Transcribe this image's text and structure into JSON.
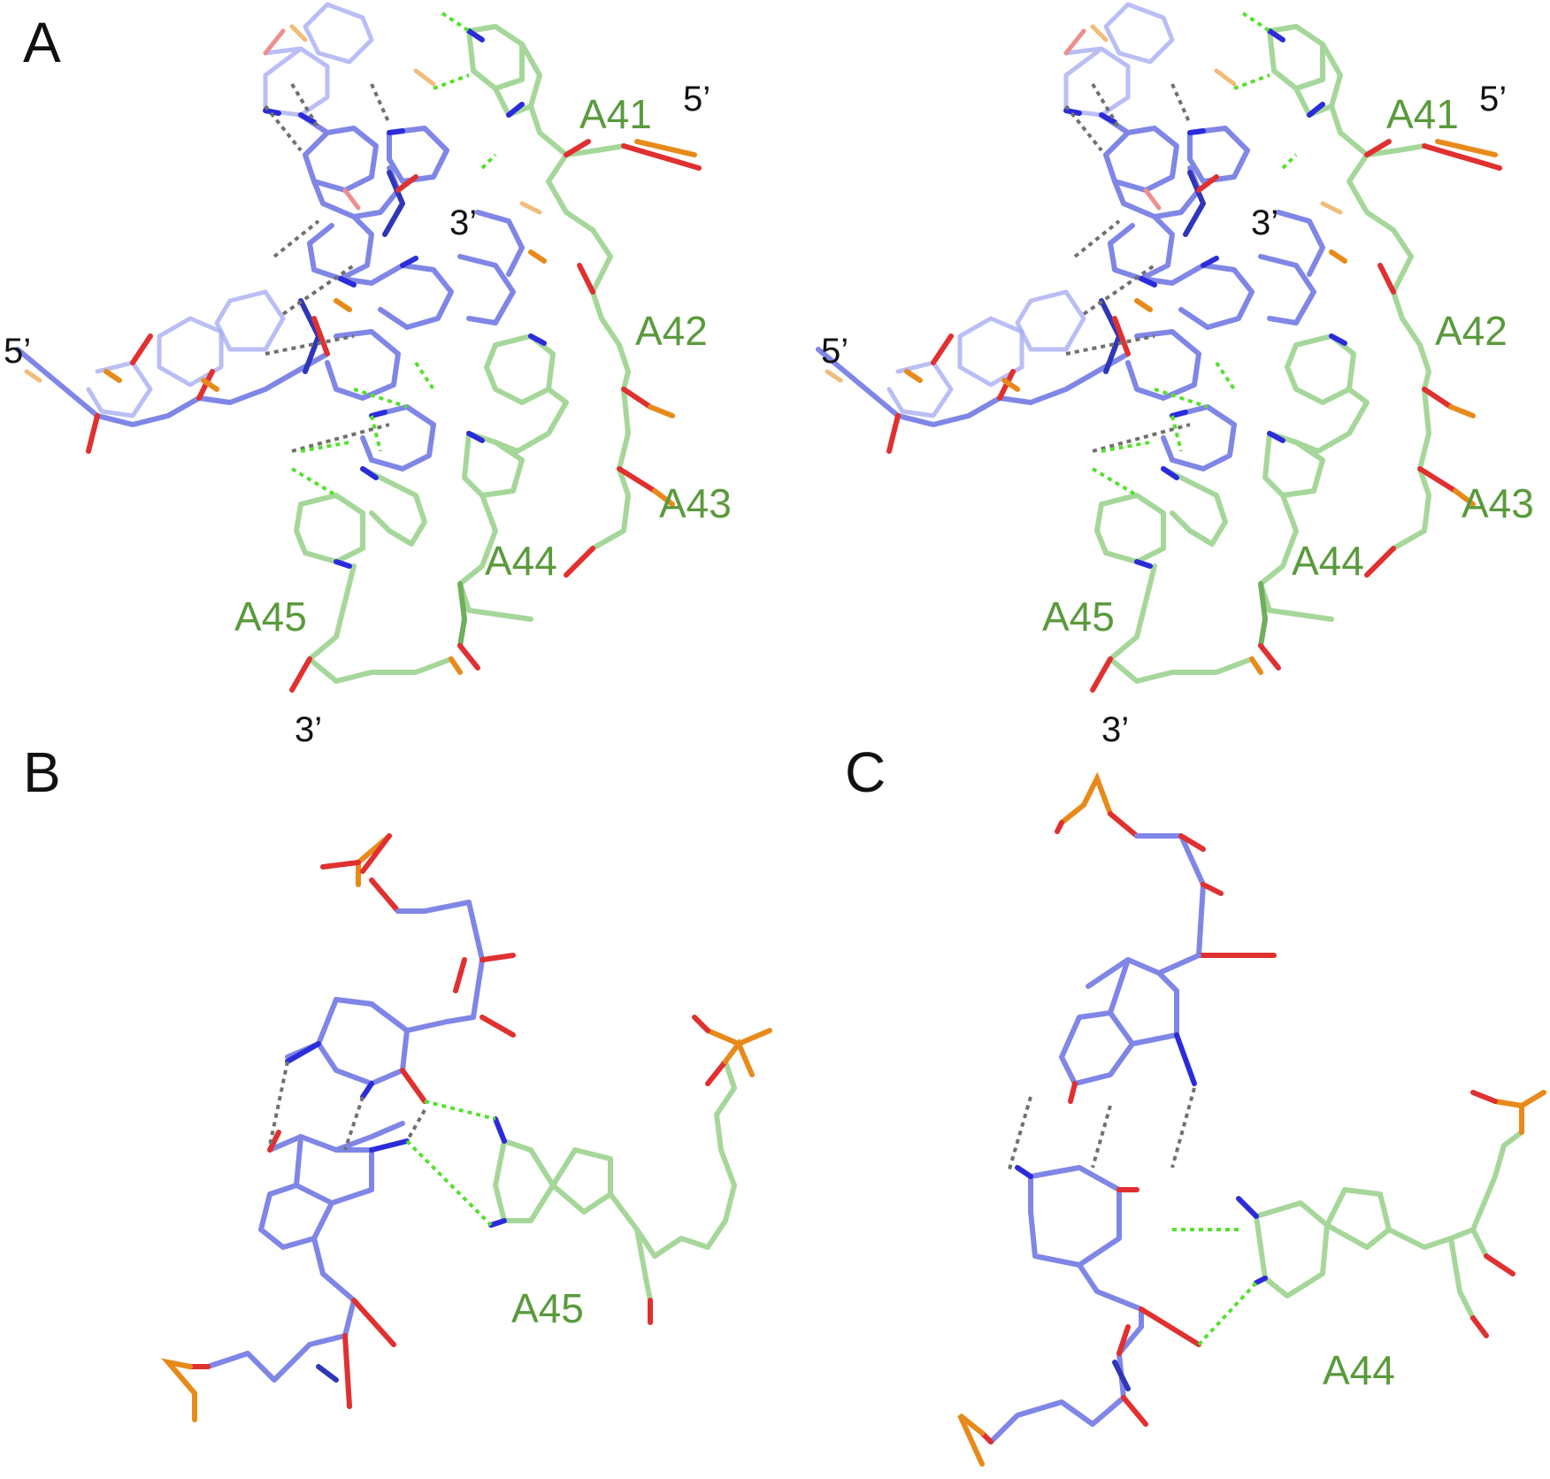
{
  "panels": {
    "a": {
      "letter": "A",
      "left_view": {
        "residue_labels": [
          "A41",
          "A42",
          "A43",
          "A44",
          "A45"
        ],
        "end_labels": [
          "5’",
          "3’",
          "5’",
          "3’"
        ]
      },
      "right_view": {
        "residue_labels": [
          "A41",
          "A42",
          "A43",
          "A44",
          "A45"
        ],
        "end_labels": [
          "5’",
          "3’",
          "5’",
          "3’"
        ]
      }
    },
    "b": {
      "letter": "B",
      "residue_label": "A45"
    },
    "c": {
      "letter": "C",
      "residue_label": "A44"
    }
  },
  "colors": {
    "partner_strand": "#7f86e6",
    "a_tract_strand": "#a6d79a",
    "residue_label": "#5a9a3c",
    "nitrogen": "#2b2bdb",
    "oxygen": "#e03030",
    "phosphorus": "#e88a1a",
    "watson_crick_hbond": "#707070",
    "a_minor_hbond": "#55e030"
  },
  "icons": [
    "stick-model-rendering"
  ]
}
